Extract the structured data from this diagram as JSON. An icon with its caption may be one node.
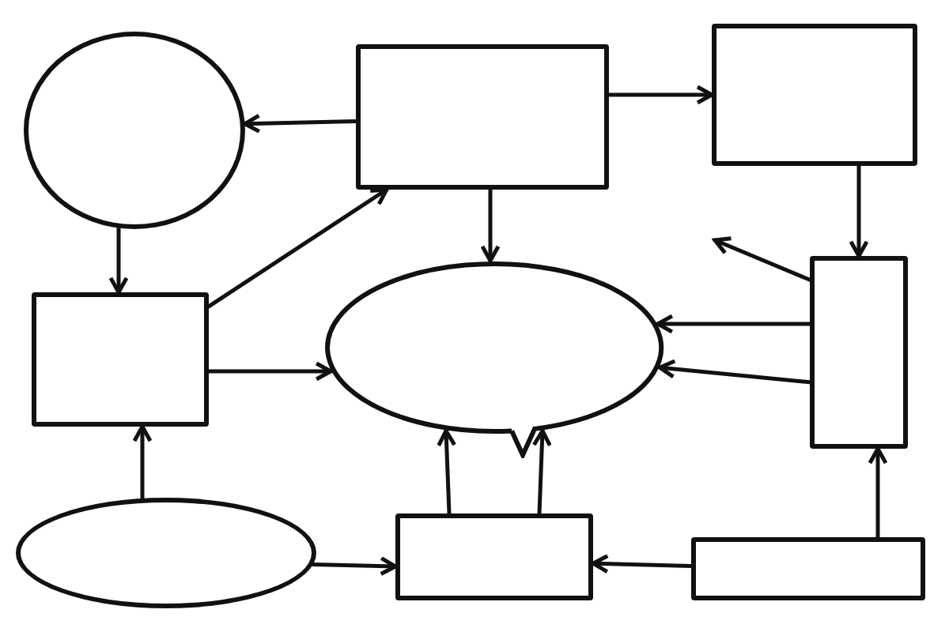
{
  "diagram": {
    "nodes": [
      {
        "text": [],
        "shape": "circle"
      },
      {
        "text": [],
        "shape": "box"
      },
      {
        "text": [],
        "shape": "box"
      },
      {
        "text": [],
        "shape": "box"
      },
      {
        "text": [],
        "shape": "bubble"
      },
      {
        "text": [],
        "shape": "box"
      },
      {
        "text": [],
        "shape": "ellipse"
      },
      {
        "text": [],
        "shape": "box"
      },
      {
        "text": [],
        "shape": "box"
      }
    ],
    "edges": [
      {
        "from": 1,
        "to": 0,
        "arrow": "to"
      },
      {
        "from": 1,
        "to": 2,
        "arrow": "to"
      },
      {
        "from": 1,
        "to": 4,
        "arrow": "to"
      },
      {
        "from": 0,
        "to": 3,
        "arrow": "to"
      },
      {
        "from": 3,
        "to": 1,
        "arrow": "to"
      },
      {
        "from": 3,
        "to": 4,
        "arrow": "to"
      },
      {
        "from": 2,
        "to": 5,
        "arrow": "to"
      },
      {
        "from": 5,
        "to": null,
        "arrow": "to"
      },
      {
        "from": 5,
        "to": 4,
        "arrow": "to"
      },
      {
        "from": 5,
        "to": 4,
        "arrow": "to"
      },
      {
        "from": 6,
        "to": 3,
        "arrow": "to"
      },
      {
        "from": 6,
        "to": 7,
        "arrow": "to"
      },
      {
        "from": 7,
        "to": 4,
        "arrow": "to"
      },
      {
        "from": 7,
        "to": 4,
        "arrow": "to"
      },
      {
        "from": 8,
        "to": 7,
        "arrow": "to"
      },
      {
        "from": 8,
        "to": 5,
        "arrow": "to"
      }
    ]
  }
}
